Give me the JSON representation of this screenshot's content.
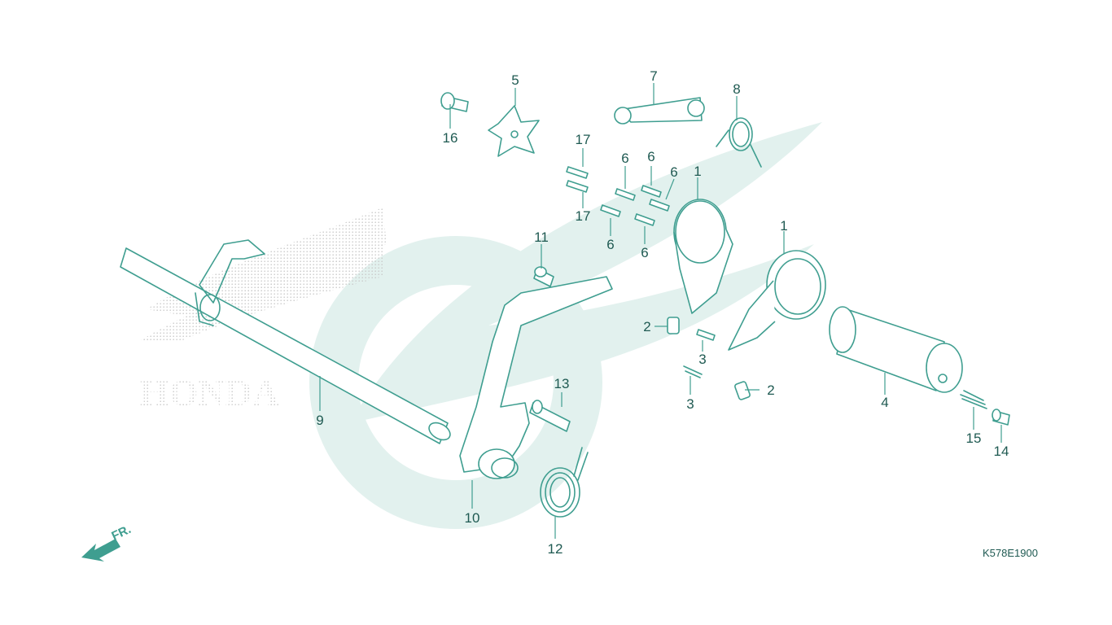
{
  "diagram": {
    "callouts": {
      "c1a": "1",
      "c1b": "1",
      "c2a": "2",
      "c2b": "2",
      "c3a": "3",
      "c3b": "3",
      "c4": "4",
      "c5": "5",
      "c6a": "6",
      "c6b": "6",
      "c6c": "6",
      "c6d": "6",
      "c6e": "6",
      "c7": "7",
      "c8": "8",
      "c9": "9",
      "c10": "10",
      "c11": "11",
      "c12": "12",
      "c13": "13",
      "c14": "14",
      "c15": "15",
      "c16": "16",
      "c17a": "17",
      "c17b": "17"
    },
    "direction_label": "FR.",
    "drawing_code": "K578E1900",
    "logo_text": "HONDA",
    "colors": {
      "line": "#3f9e90",
      "label": "#1f5a52",
      "watermark": "#e2f1ee",
      "arrow": "#3f9e90"
    }
  }
}
